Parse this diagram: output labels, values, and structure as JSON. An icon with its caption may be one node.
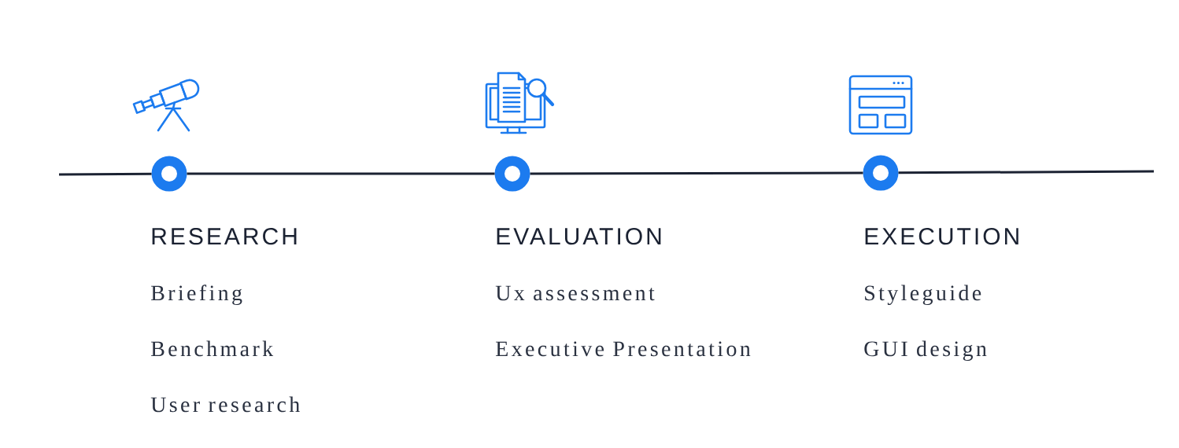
{
  "diagram": {
    "nodes": [
      {
        "text": [],
        "shape": "circle",
        "beside": [
          "RESEARCH",
          "Briefing",
          "Benchmark",
          "User research"
        ]
      },
      {
        "text": [],
        "shape": "circle",
        "beside": [
          "EVALUATION",
          "Ux assessment",
          "Executive Presentation"
        ]
      },
      {
        "text": [],
        "shape": "circle",
        "beside": [
          "EXECUTION",
          "Styleguide",
          "GUI design"
        ]
      }
    ],
    "edges": [
      {
        "from": null,
        "to": 0,
        "arrow": "none"
      },
      {
        "from": 0,
        "to": 1,
        "arrow": "none"
      },
      {
        "from": 1,
        "to": 2,
        "arrow": "none"
      },
      {
        "from": 2,
        "to": null,
        "arrow": "none"
      }
    ]
  }
}
